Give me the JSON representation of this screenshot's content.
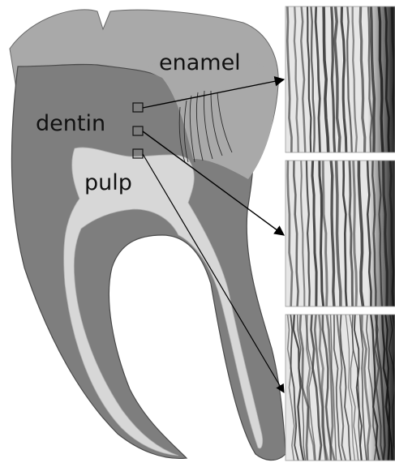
{
  "labels": {
    "enamel": "enamel",
    "dentin": "dentin",
    "pulp": "pulp"
  },
  "colors": {
    "enamel": "#a9a9a9",
    "dentin": "#7e7e7e",
    "pulp": "#d7d7d7",
    "outline": "#3a3a3a",
    "micrograph_bg": "#e6e6e6",
    "tubule": "#3b3b3b"
  },
  "micrographs": [
    {
      "name": "micrograph-top",
      "tubule_pattern": "aligned"
    },
    {
      "name": "micrograph-middle",
      "tubule_pattern": "aligned"
    },
    {
      "name": "micrograph-bottom",
      "tubule_pattern": "irregular"
    }
  ]
}
